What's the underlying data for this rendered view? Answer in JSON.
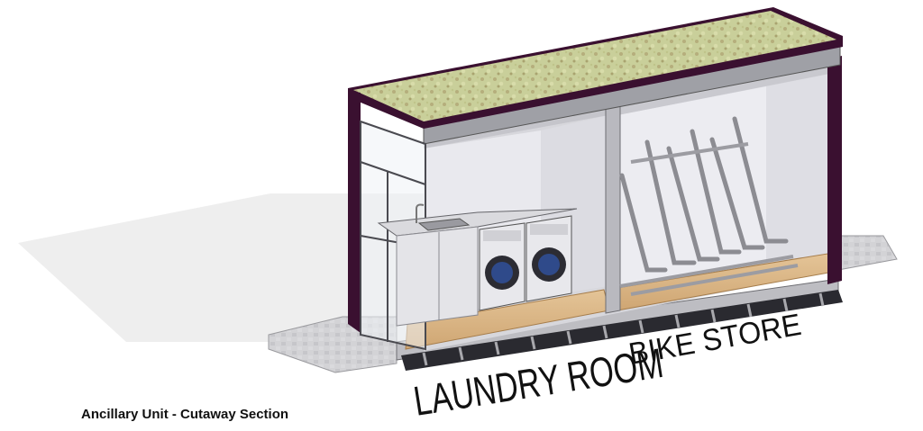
{
  "caption": "Ancillary Unit - Cutaway Section",
  "labels": {
    "laundry": "LAUNDRY ROOM",
    "bike": "BIKE STORE"
  },
  "colors": {
    "roof_green": "#c9cf9a",
    "frame_purple": "#3a1030",
    "interior_wall": "#e9e9ee",
    "floor_wood": "#dcb98a",
    "paving": "#cfcfd2",
    "shadow": "#ececec"
  }
}
